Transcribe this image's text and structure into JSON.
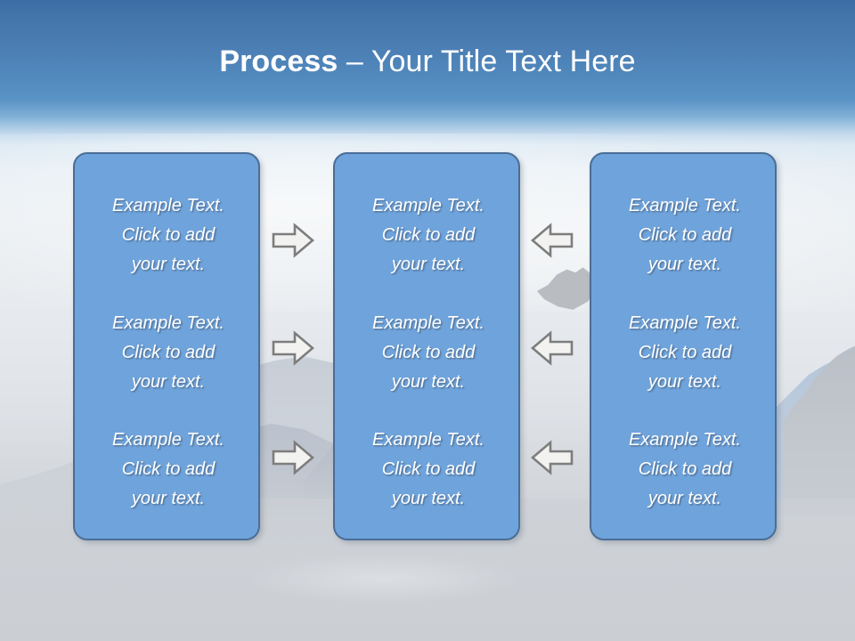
{
  "slide": {
    "title": {
      "bold_part": "Process",
      "rest_part": " – Your Title Text Here",
      "full": "Process – Your Title Text Here"
    },
    "theme": {
      "title_color": "#ffffff",
      "box_fill": "#6fa3db",
      "box_border": "#4a6e96",
      "arrow_fill": "#f2f2f0",
      "arrow_outline": "#7d7d7d",
      "sky_top": "#3c6ea5",
      "background_bottom": "#cdd1d6"
    },
    "placeholder_text": {
      "line1": "Example Text.",
      "line2": "Click  to add",
      "line3": "your text."
    },
    "columns": [
      {
        "name": "column-1",
        "cells": [
          {
            "line1": "Example Text.",
            "line2": "Click  to add",
            "line3": "your text."
          },
          {
            "line1": "Example Text.",
            "line2": "Click  to add",
            "line3": "your text."
          },
          {
            "line1": "Example Text.",
            "line2": "Click  to add",
            "line3": "your text."
          }
        ]
      },
      {
        "name": "column-2",
        "cells": [
          {
            "line1": "Example Text.",
            "line2": "Click  to add",
            "line3": "your text."
          },
          {
            "line1": "Example Text.",
            "line2": "Click  to add",
            "line3": "your text."
          },
          {
            "line1": "Example Text.",
            "line2": "Click  to add",
            "line3": "your text."
          }
        ]
      },
      {
        "name": "column-3",
        "cells": [
          {
            "line1": "Example Text.",
            "line2": "Click  to add",
            "line3": "your text."
          },
          {
            "line1": "Example Text.",
            "line2": "Click  to add",
            "line3": "your text."
          },
          {
            "line1": "Example Text.",
            "line2": "Click  to add",
            "line3": "your text."
          }
        ]
      }
    ],
    "arrows": {
      "left_gap_direction": "right",
      "right_gap_direction": "left",
      "icon_left_gap": "arrow-right-icon",
      "icon_right_gap": "arrow-left-icon",
      "rows": 3
    }
  }
}
